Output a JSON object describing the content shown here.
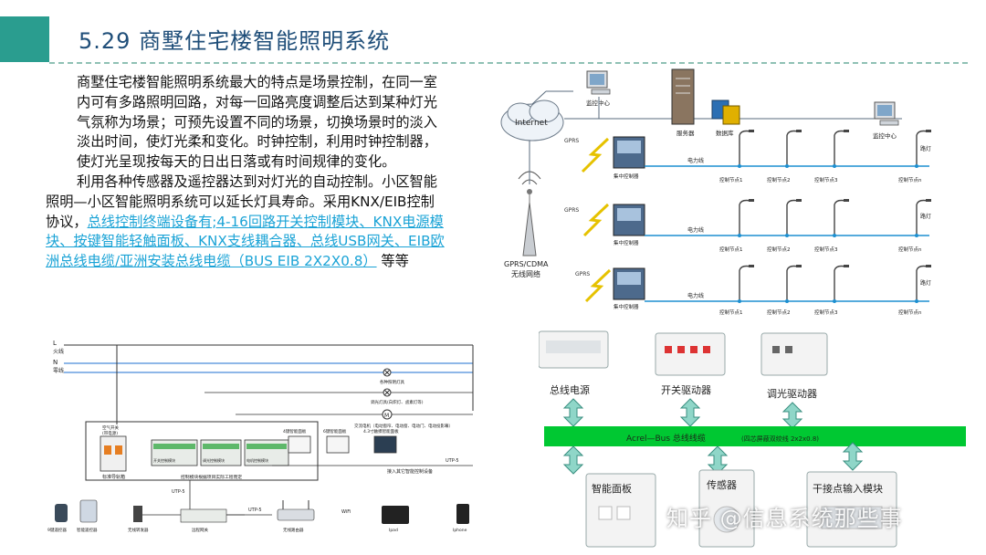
{
  "slide": {
    "title": "5.29 商墅住宅楼智能照明系统",
    "accent_color": "#2a9d8f"
  },
  "body": {
    "p1": "商墅住宅楼智能照明系统最大的特点是场景控制，在同一室内可有多路照明回路，对每一回路亮度调整后达到某种灯光气氛称为场景；可预先设置不同的场景，切换场景时的淡入淡出时间，使灯光柔和变化。时钟控制，利用时钟控制器，使灯光呈现按每天的日出日落或有时间规律的变化。",
    "p2_a": "利用各种传感器及遥控器达到对灯光的自动控制。小区智能照明—小区智能照明系统可以延长灯具寿命。采用KNX/EIB控制协议，",
    "p2_link": "总线控制终端设备有;4-16回路开关控制模块、KNX电源模块、按键智能轻触面板、KNX支线耦合器、总线USB网关、EIB欧洲总线电缆/亚洲安装总线电缆（BUS EIB 2X2X0.8）",
    "p2_b": "等等"
  },
  "network_diagram": {
    "internet": "Internet",
    "monitor_center_1": "监控中心",
    "monitor_center_2": "监控中心",
    "server": "服务器",
    "database": "数据库",
    "gprs_1": "GPRS",
    "gprs_2": "GPRS",
    "gprs_3": "GPRS",
    "tower_line1": "GPRS/CDMA",
    "tower_line2": "无线网络",
    "concentrator": "集中控制器",
    "power_line": "电力线",
    "street_light": "路灯",
    "node_1": "控制节点1",
    "node_2": "控制节点2",
    "node_3": "控制节点3",
    "node_n": "控制节点n"
  },
  "wiring_diagram": {
    "line_l": "L",
    "line_fire": "火线",
    "line_n": "N",
    "line_zero": "零线",
    "load_1": "各种照明灯具",
    "load_2": "调光灯具(白炽灯、卤素灯等)",
    "load_3": "交流电机（电动窗帘、电动窗、电动门、电动投影幕）",
    "air_switch_1": "空气开关",
    "air_switch_2": "(带电源)",
    "rail": "标准导轨箱",
    "module_caption": "控制模块根据项目实际工程而定",
    "module_1": "开关控制模块",
    "module_2": "调光控制模块",
    "module_3": "电机控制模块",
    "panel_4": "4键智能面板",
    "panel_6": "6键智能面板",
    "panel_43": "4.3寸触摸智能面板",
    "utp_1": "UTP-5",
    "utp_2": "UTP-5",
    "utp_3": "UTP-5",
    "other_devices": "接入其它智能控制设备",
    "remote_1": "9键遥控器",
    "remote_2": "智能遥控器",
    "transmitter": "无线转发器",
    "gateway": "远程网关",
    "router": "无线路由器",
    "wifi": "WiFi",
    "ipad": "Ipad",
    "iphone": "Iphone"
  },
  "bus_diagram": {
    "bus_power": "总线电源",
    "switch_driver": "开关驱动器",
    "dimmer_driver": "调光驱动器",
    "bus_label": "Acrel—Bus 总线线缆",
    "bus_spec": "(四芯屏蔽双绞线 2x2x0.8)",
    "smart_panel": "智能面板",
    "sensor": "传感器",
    "dry_contact": "干接点输入模块",
    "bus_color": "#00c832"
  },
  "watermark": "知乎 @信息系统那些事"
}
